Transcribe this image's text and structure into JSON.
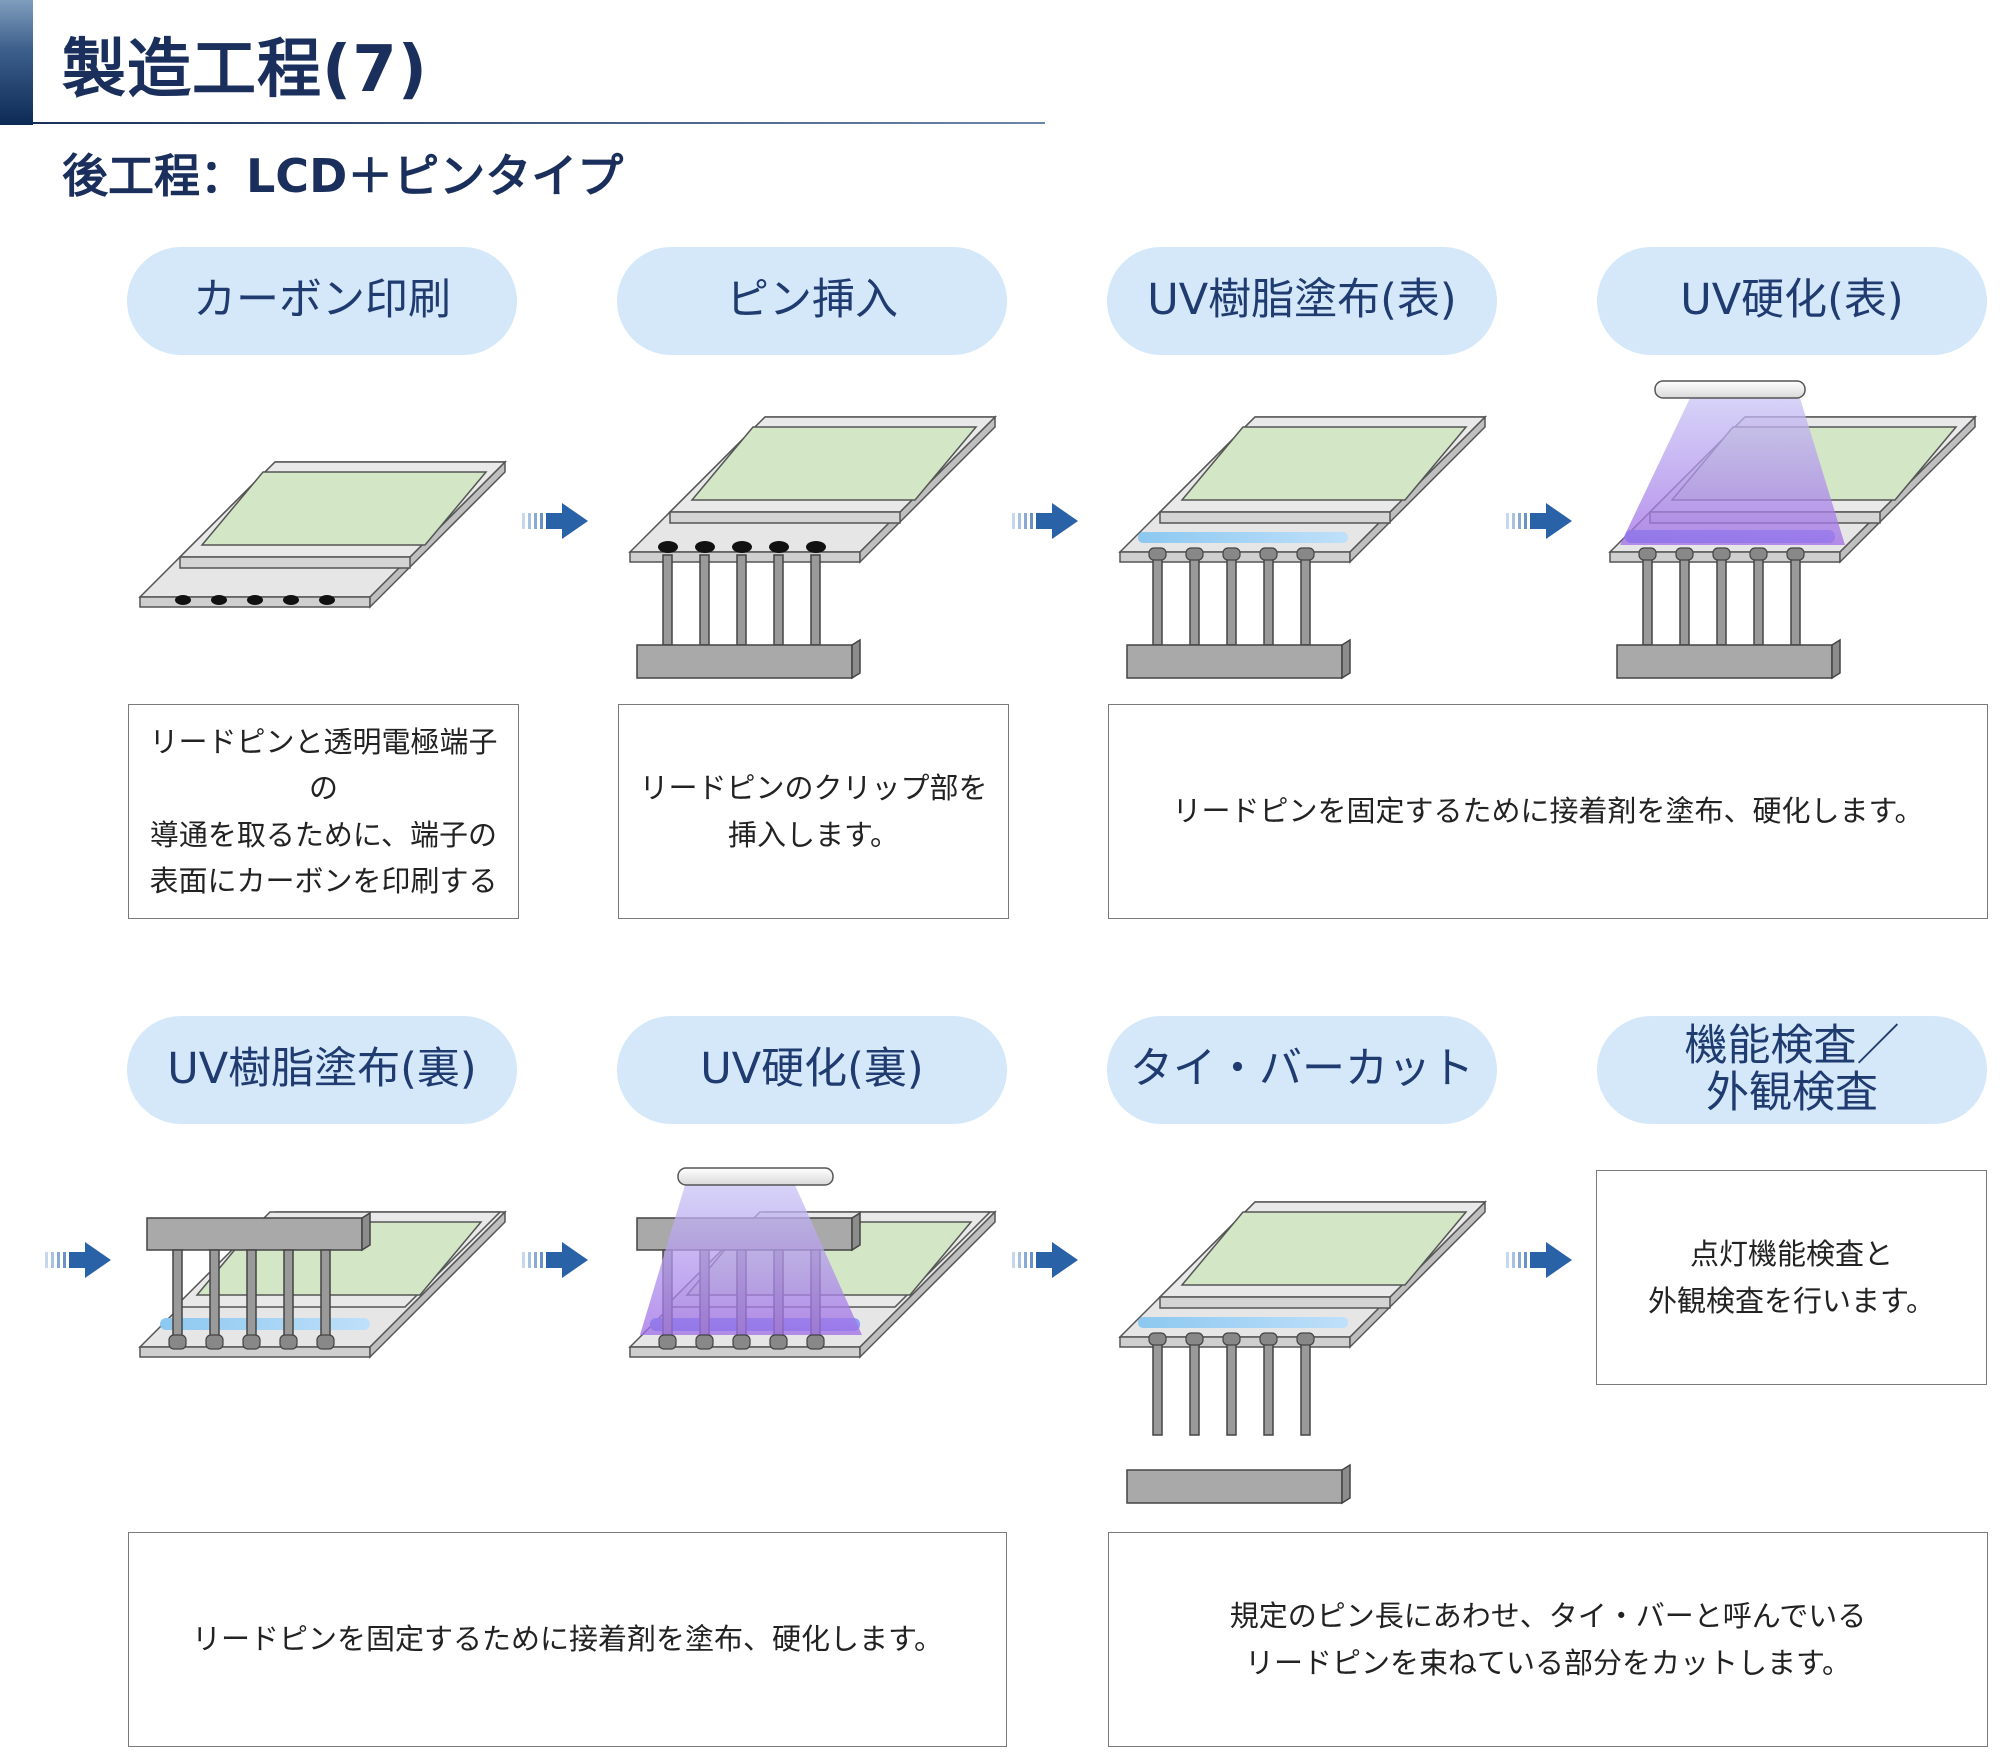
{
  "header": {
    "title": "製造工程(7)",
    "subtitle": "後工程：LCD＋ピンタイプ"
  },
  "steps": [
    {
      "label": "カーボン印刷"
    },
    {
      "label": "ピン挿入"
    },
    {
      "label": "UV樹脂塗布(表)"
    },
    {
      "label": "UV硬化(表)"
    },
    {
      "label": "UV樹脂塗布(裏)"
    },
    {
      "label": "UV硬化(裏)"
    },
    {
      "label": "タイ・バーカット"
    },
    {
      "label": "機能検査／\n外観検査"
    }
  ],
  "descriptions": [
    {
      "text": "リードピンと透明電極端子の\n導通を取るために、端子の\n表面にカーボンを印刷する"
    },
    {
      "text": "リードピンのクリップ部を\n挿入します。"
    },
    {
      "text": "リードピンを固定するために接着剤を塗布、硬化します。"
    },
    {
      "text": "リードピンを固定するために接着剤を塗布、硬化します。"
    },
    {
      "text": "規定のピン長にあわせ、タイ・バーと呼んでいる\nリードピンを束ねている部分をカットします。"
    },
    {
      "text": "点灯機能検査と\n外観検査を行います。"
    }
  ],
  "colors": {
    "title": "#1b2f5c",
    "pill": "#d4e8fa",
    "pill_text": "#1f3b70",
    "lcd_green": "#d3e6c6",
    "glass": "#e6e6e6",
    "bar": "#a9a9a9",
    "resin": "#8cc8f0",
    "arrow": "#2a62a8",
    "uv_light": "#a890f0"
  }
}
